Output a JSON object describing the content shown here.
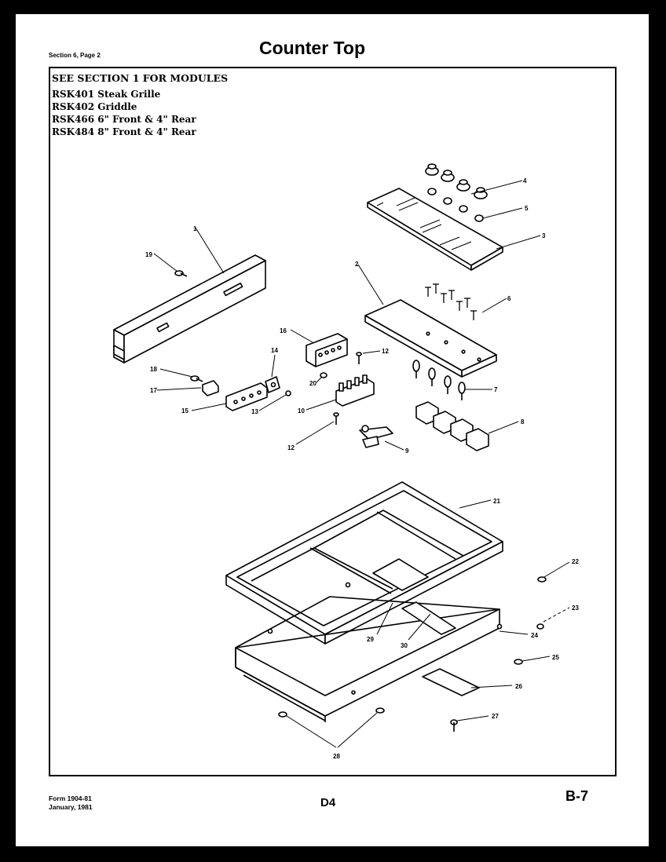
{
  "header": {
    "section": "Section 6, Page 2",
    "title": "Counter Top"
  },
  "notes": {
    "modules_heading": "SEE SECTION 1 FOR MODULES",
    "modules": [
      "RSK401 Steak Grille",
      "RSK402 Griddle",
      "RSK466  6\" Front & 4\" Rear",
      "RSK484  8\" Front & 4\" Rear"
    ]
  },
  "callouts": [
    "1",
    "2",
    "3",
    "4",
    "5",
    "6",
    "7",
    "8",
    "9",
    "10",
    "12",
    "12",
    "13",
    "14",
    "15",
    "16",
    "17",
    "18",
    "19",
    "20",
    "21",
    "22",
    "23",
    "24",
    "25",
    "26",
    "27",
    "28",
    "29",
    "30"
  ],
  "footer": {
    "form": "Form 1904-81",
    "date": "January, 1981",
    "code": "D4",
    "page": "B-7"
  }
}
